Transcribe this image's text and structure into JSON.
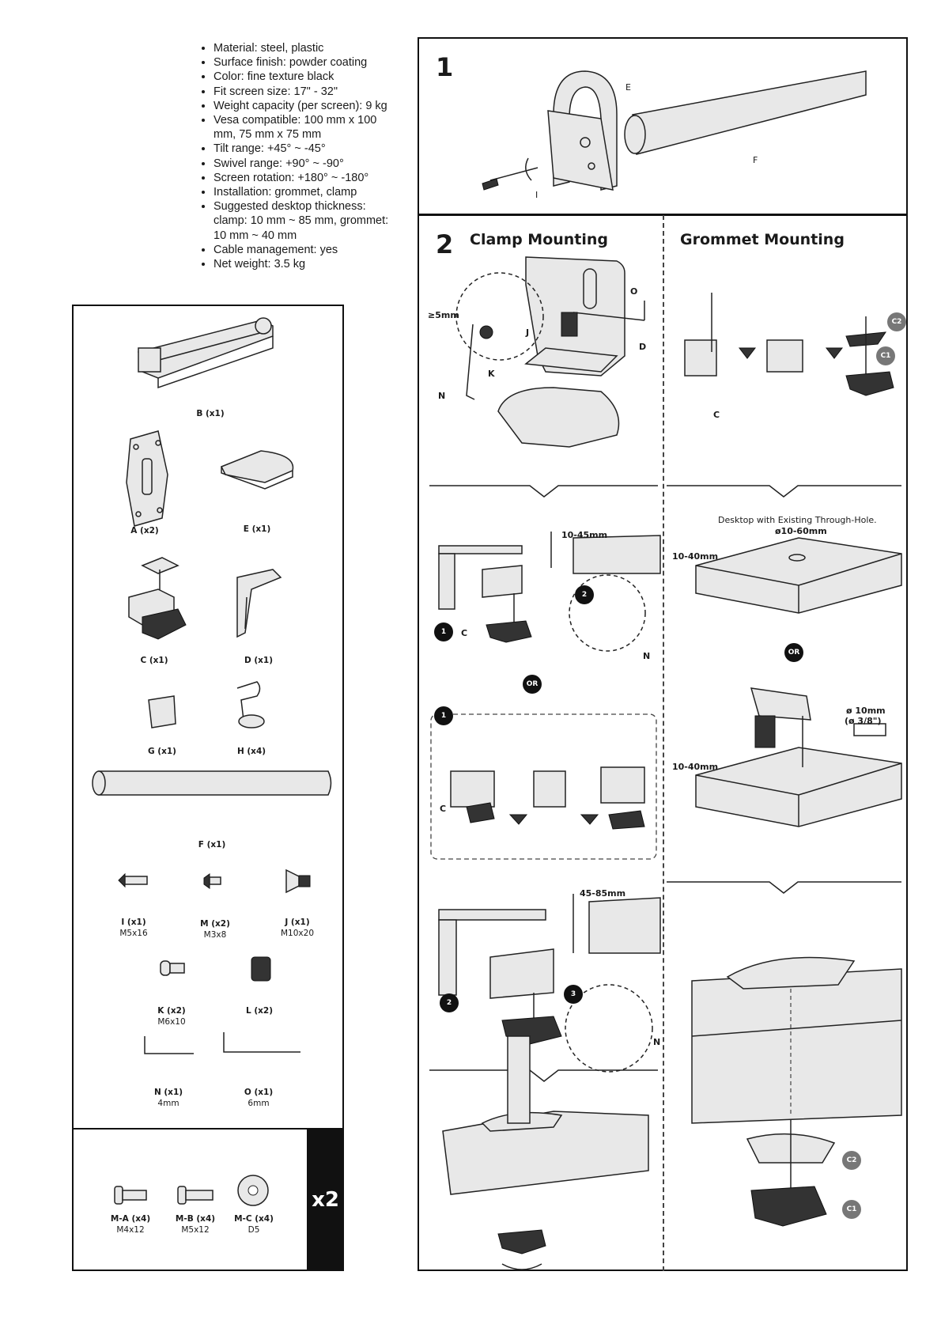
{
  "specs": [
    "Material: steel, plastic",
    "Surface finish: powder coating",
    "Color: fine texture black",
    "Fit screen size: 17\" - 32\"",
    "Weight capacity (per screen): 9 kg",
    "Vesa compatible: 100 mm x 100 mm, 75 mm x 75 mm",
    "Tilt range:  +45° ~ -45°",
    "Swivel range: +90° ~ -90°",
    "Screen rotation: +180° ~ -180°",
    "Installation: grommet, clamp",
    "Suggested desktop thickness: clamp: 10 mm ~ 85 mm, grommet: 10 mm ~ 40 mm",
    "Cable management: yes",
    "Net weight: 3.5 kg"
  ],
  "parts": {
    "B": "B (x1)",
    "A": "A (x2)",
    "E": "E (x1)",
    "C": "C (x1)",
    "D": "D (x1)",
    "G": "G (x1)",
    "H": "H (x4)",
    "F": "F (x1)",
    "I": "I (x1)",
    "I_size": "M5x16",
    "M": "M (x2)",
    "M_size": "M3x8",
    "J": "J (x1)",
    "J_size": "M10x20",
    "K": "K (x2)",
    "K_size": "M6x10",
    "L": "L (x2)",
    "N": "N (x1)",
    "N_size": "4mm",
    "O": "O (x1)",
    "O_size": "6mm"
  },
  "extra_parts": {
    "MA": "M-A (x4)",
    "MA_size": "M4x12",
    "MB": "M-B (x4)",
    "MB_size": "M5x12",
    "MC": "M-C (x4)",
    "MC_size": "D5",
    "multiplier": "x2"
  },
  "step1": {
    "number": "1",
    "labels": {
      "E": "E",
      "F": "F",
      "I": "I"
    }
  },
  "step2": {
    "number": "2",
    "clamp_title": "Clamp Mounting",
    "grommet_title": "Grommet Mounting",
    "labels": {
      "ge5mm": "≥5mm",
      "J": "J",
      "K": "K",
      "N": "N",
      "O": "O",
      "D": "D",
      "C": "C",
      "C1": "C1",
      "C2": "C2"
    },
    "clamp_range1": "10-45mm",
    "clamp_range2": "45-85mm",
    "or": "OR",
    "grommet_note": "Desktop with Existing Through-Hole.",
    "hole_size": "ø10-60mm",
    "thickness": "10-40mm",
    "drill_size1": "ø 10mm",
    "drill_size2": "(ø 3/8\")",
    "sub1": "1",
    "sub2": "2",
    "sub3": "3"
  }
}
